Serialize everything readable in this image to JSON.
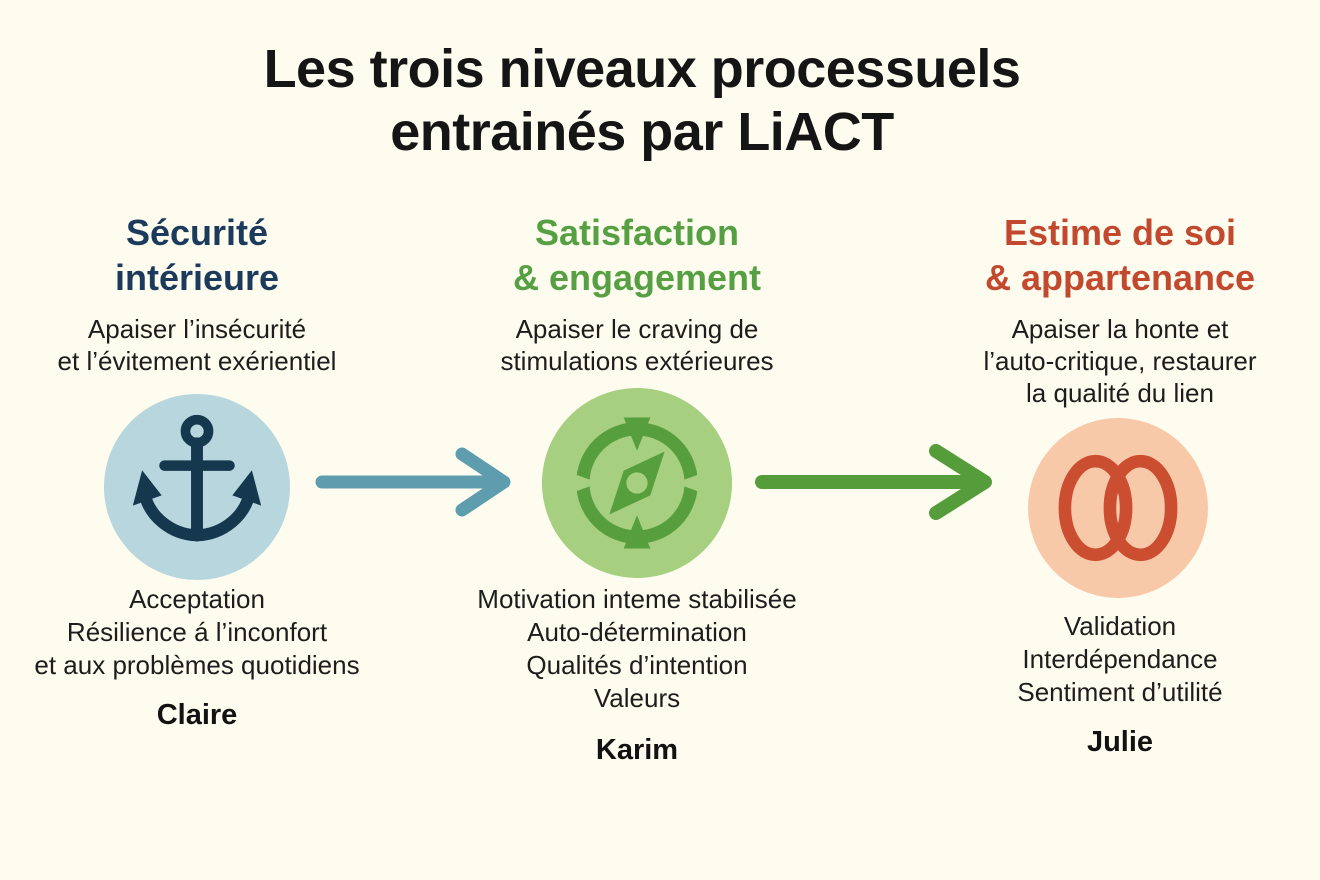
{
  "background": "#fdfcee",
  "title": {
    "line1": "Les trois niveaux processuels",
    "line2": "entrainés par LiACT"
  },
  "columns": [
    {
      "header_line1": "Sécurité",
      "header_line2": "intérieure",
      "header_color": "#1b3a5c",
      "subtitle_lines": [
        "Apaiser l’insécurité",
        "et l’évitement exérientiel"
      ],
      "icon": "anchor-icon",
      "circle_color": "#b7d6dd",
      "icon_color": "#16384f",
      "outcome_lines": [
        "Acceptation",
        "Résilience á l’inconfort",
        "et aux problèmes quotidiens"
      ],
      "name": "Claire"
    },
    {
      "header_line1": "Satisfaction",
      "header_line2": "& engagement",
      "header_color": "#56a043",
      "subtitle_lines": [
        "Apaiser le craving de",
        "stimulations extérieures"
      ],
      "icon": "compass-icon",
      "circle_color": "#a6cf7f",
      "icon_color": "#579e3e",
      "outcome_lines": [
        "Motivation inteme stabilisée",
        "Auto-détermination",
        "Qualités d’intention",
        "Valeurs"
      ],
      "name": "Karim"
    },
    {
      "header_line1": "Estime de soi",
      "header_line2": "& appartenance",
      "header_color": "#c2492e",
      "subtitle_lines": [
        "Apaiser la honte et",
        "l’auto-critique, restaurer",
        "la qualité du lien"
      ],
      "icon": "interlocking-rings-icon",
      "circle_color": "#f8c9a9",
      "icon_color": "#cb4e31",
      "outcome_lines": [
        "Validation",
        "Interdépendance",
        "Sentiment d’utilité"
      ],
      "name": "Julie"
    }
  ],
  "arrows": [
    {
      "color": "#5e9dad"
    },
    {
      "color": "#559c3a"
    }
  ]
}
